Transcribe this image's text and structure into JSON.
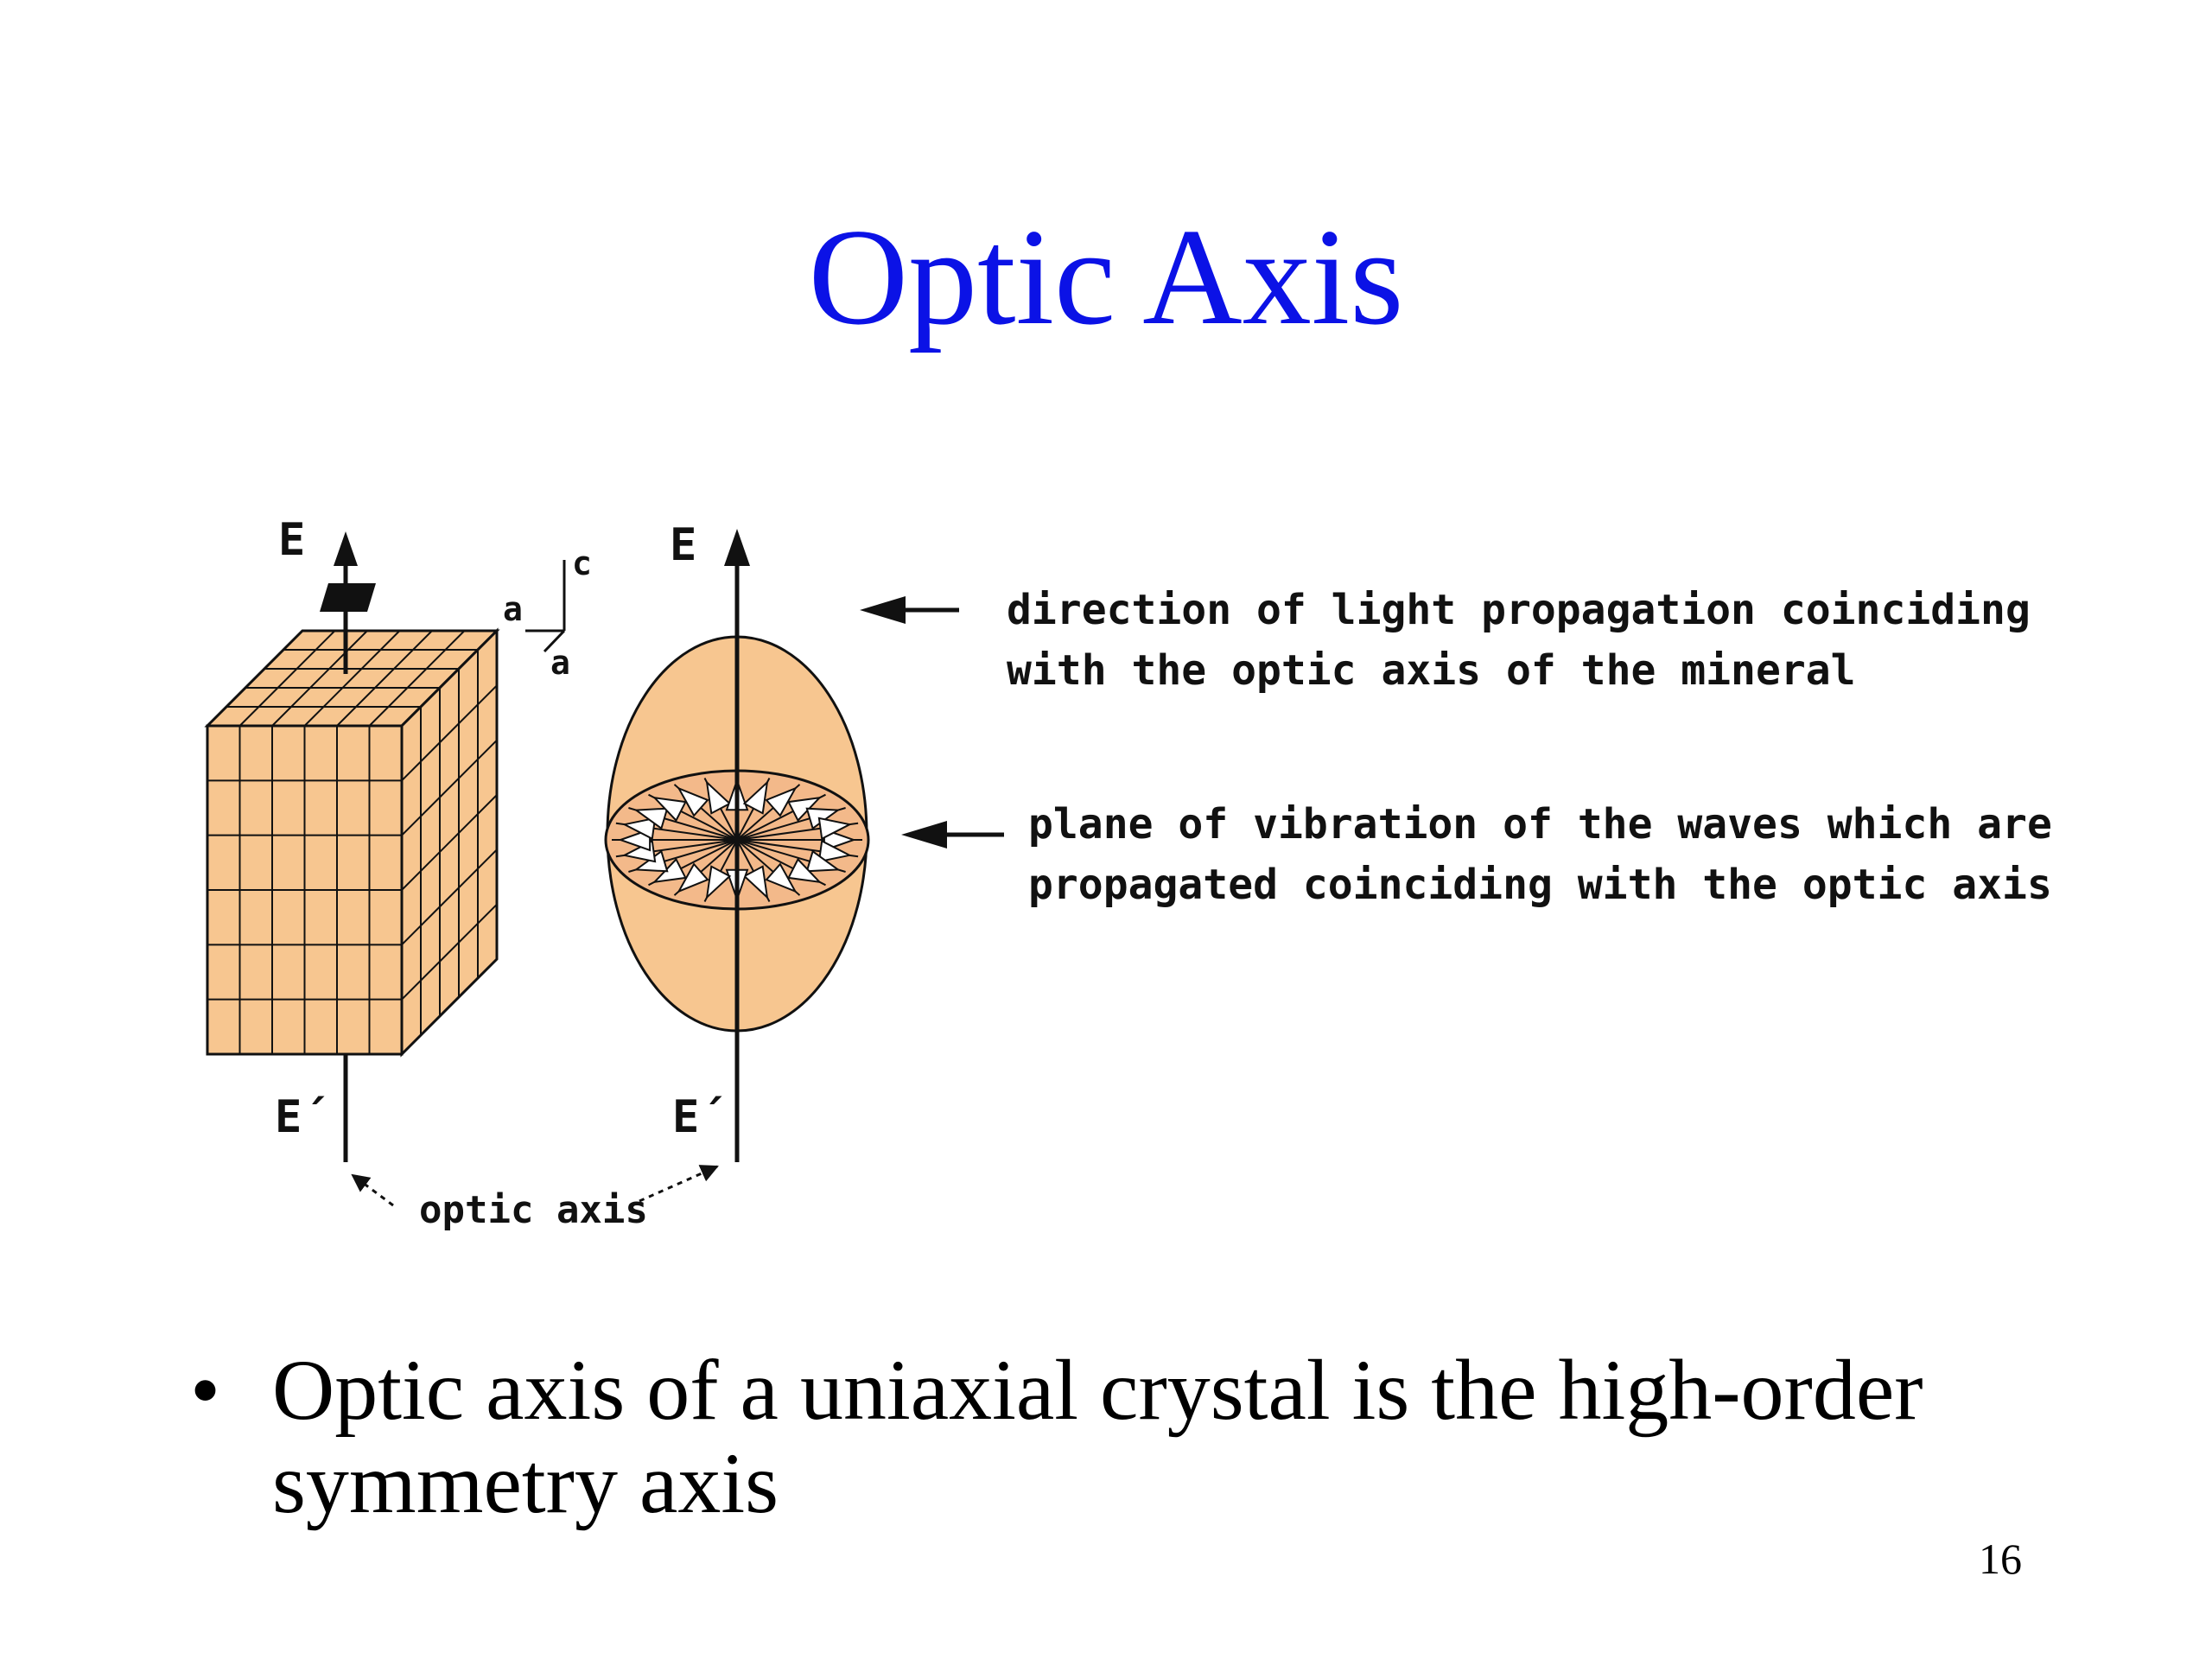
{
  "slide": {
    "title": "Optic Axis",
    "page_number": "16"
  },
  "diagram": {
    "crystal_top_label": "E",
    "crystal_bottom_label": "E´",
    "indicatrix_top_label": "E",
    "indicatrix_bottom_label": "E´",
    "axes_labels": {
      "c": "c",
      "a_left": "a",
      "a_lower": "a"
    },
    "optic_axis_label": "optic axis",
    "callout_propagation": {
      "line1": "direction of light propagation coinciding",
      "line2": "with the optic axis of the mineral"
    },
    "callout_vibration": {
      "line1": "plane of vibration of the waves which are",
      "line2": "propagated coinciding with the optic axis"
    },
    "colors": {
      "crystal_fill": "#f7c690",
      "outline": "#111111",
      "title": "#0b12e6"
    }
  },
  "bullets": [
    {
      "text": "Optic axis of a uniaxial crystal is the high-order symmetry axis"
    }
  ]
}
